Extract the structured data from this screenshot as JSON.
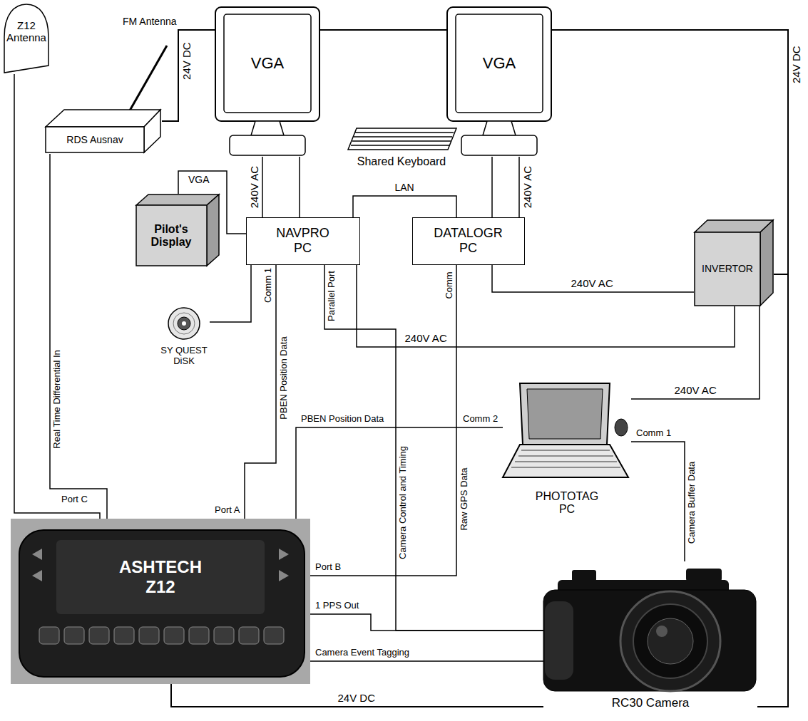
{
  "diagram": {
    "nodes": [
      {
        "text": [
          "Z12 Antenna"
        ]
      },
      {
        "text": [
          "RDS Ausnav"
        ]
      },
      {
        "text": [
          "VGA"
        ]
      },
      {
        "text": [
          "VGA"
        ]
      },
      {
        "text": [
          "Shared Keyboard"
        ]
      },
      {
        "text": [
          "Pilot's Display"
        ]
      },
      {
        "text": [
          "NAVPRO PC"
        ]
      },
      {
        "text": [
          "DATALOGR PC"
        ]
      },
      {
        "text": [
          "INVERTOR"
        ]
      },
      {
        "text": [
          "SY QUEST DiSK"
        ]
      },
      {
        "text": [
          "PHOTOTAG PC"
        ]
      },
      {
        "text": [
          "ASHTECH Z12"
        ]
      },
      {
        "text": [
          "RC30 Camera"
        ]
      }
    ],
    "edges": [
      {
        "from": 1,
        "to": 8,
        "arrow": "none",
        "label": "24V DC"
      },
      {
        "from": 2,
        "to": 6,
        "arrow": "none",
        "label": "240V AC"
      },
      {
        "from": 2,
        "to": 6,
        "arrow": "none"
      },
      {
        "from": 3,
        "to": 7,
        "arrow": "none",
        "label": "240V AC"
      },
      {
        "from": 3,
        "to": 7,
        "arrow": "none"
      },
      {
        "from": 6,
        "to": 7,
        "arrow": "none",
        "label": "LAN"
      },
      {
        "from": 5,
        "to": 6,
        "arrow": "none",
        "label": "VGA"
      },
      {
        "from": 9,
        "to": 6,
        "arrow": "none"
      },
      {
        "from": 8,
        "to": 6,
        "arrow": "none",
        "label": "240V AC"
      },
      {
        "from": 8,
        "to": 7,
        "arrow": "none",
        "label": "240V AC"
      },
      {
        "from": 8,
        "to": 10,
        "arrow": "none",
        "label": "240V AC"
      },
      {
        "from": 6,
        "to": 11,
        "arrow": "none",
        "label": "PBEN Position Data"
      },
      {
        "from": 11,
        "to": 10,
        "arrow": "none",
        "label": "PBEN Position Data"
      },
      {
        "from": 6,
        "to": 12,
        "arrow": "none",
        "label": "Camera Control and Timing"
      },
      {
        "from": 7,
        "to": 11,
        "arrow": "none",
        "label": "Raw GPS Data"
      },
      {
        "from": 10,
        "to": 12,
        "arrow": "none",
        "label": "Camera Buffer Data"
      },
      {
        "from": 1,
        "to": 11,
        "arrow": "none",
        "label": "Real Time Differential In"
      },
      {
        "from": 0,
        "to": 11,
        "arrow": "none"
      },
      {
        "from": 11,
        "to": 12,
        "arrow": "none",
        "label": "1 PPS Out"
      },
      {
        "from": 12,
        "to": 11,
        "arrow": "none",
        "label": "Camera Event Tagging"
      },
      {
        "from": 11,
        "to": 12,
        "arrow": "none",
        "label": "24V DC"
      },
      {
        "from": 8,
        "to": 12,
        "arrow": "none"
      }
    ],
    "labels": [
      "FM Antenna",
      "24V DC",
      "Comm 1",
      "Parallel Port",
      "Comm",
      "Comm 2",
      "Comm 1",
      "Port C",
      "Port A",
      "Port B"
    ]
  }
}
